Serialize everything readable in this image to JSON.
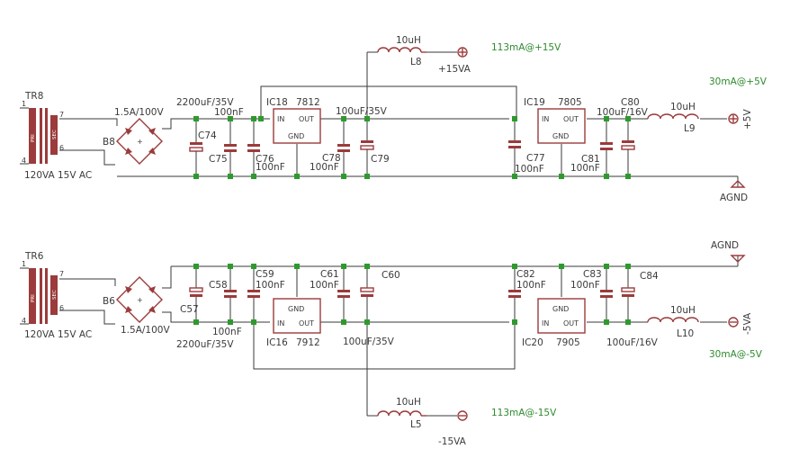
{
  "top": {
    "transformer": {
      "name": "TR8",
      "rating": "120VA",
      "output": "15V AC",
      "pri": "PRI",
      "sec": "SEC",
      "pin1": "1",
      "pin4": "4",
      "pin7": "7",
      "pin6": "6"
    },
    "bridge": {
      "name": "B8",
      "rating": "1.5A/100V"
    },
    "c74": {
      "name": "C74",
      "value": "2200uF/35V"
    },
    "c75": {
      "name": "C75",
      "value": "100nF"
    },
    "c76": {
      "name": "C76",
      "value": "100nF"
    },
    "ic18": {
      "name": "IC18",
      "part": "7812",
      "in": "IN",
      "out": "OUT",
      "gnd": "GND"
    },
    "c78": {
      "name": "C78",
      "value": "100nF"
    },
    "c79": {
      "name": "C79",
      "value": "100uF/35V"
    },
    "l8": {
      "name": "L8",
      "value": "10uH"
    },
    "rail15": {
      "label": "+15VA",
      "load": "113mA@+15V"
    },
    "ic19": {
      "name": "IC19",
      "part": "7805",
      "in": "IN",
      "out": "OUT",
      "gnd": "GND"
    },
    "c77": {
      "name": "C77",
      "value": "100nF"
    },
    "c81": {
      "name": "C81",
      "value": "100nF"
    },
    "c80": {
      "name": "C80",
      "value": "100uF/16V"
    },
    "l9": {
      "name": "L9",
      "value": "10uH"
    },
    "rail5": {
      "label": "+5V",
      "load": "30mA@+5V"
    },
    "agnd": "AGND"
  },
  "bottom": {
    "transformer": {
      "name": "TR6",
      "rating": "120VA",
      "output": "15V AC",
      "pri": "PRI",
      "sec": "SEC",
      "pin1": "1",
      "pin4": "4",
      "pin7": "7",
      "pin6": "6"
    },
    "bridge": {
      "name": "B6",
      "rating": "1.5A/100V"
    },
    "c57": {
      "name": "C57",
      "value": "2200uF/35V"
    },
    "c58": {
      "name": "C58",
      "value": "100nF"
    },
    "c59": {
      "name": "C59",
      "value": "100nF"
    },
    "ic16": {
      "name": "IC16",
      "part": "7912",
      "in": "IN",
      "out": "OUT",
      "gnd": "GND"
    },
    "c61": {
      "name": "C61",
      "value": "100nF"
    },
    "c60": {
      "name": "C60",
      "value": "100uF/35V"
    },
    "l5": {
      "name": "L5",
      "value": "10uH"
    },
    "rail15": {
      "label": "-15VA",
      "load": "113mA@-15V"
    },
    "ic20": {
      "name": "IC20",
      "part": "7905",
      "in": "IN",
      "out": "OUT",
      "gnd": "GND"
    },
    "c82": {
      "name": "C82",
      "value": "100nF"
    },
    "c83": {
      "name": "C83",
      "value": "100nF"
    },
    "c84": {
      "name": "C84",
      "value": "100uF/16V"
    },
    "l10": {
      "name": "L10",
      "value": "10uH"
    },
    "rail5": {
      "label": "-5VA",
      "load": "30mA@-5V"
    },
    "agnd": "AGND"
  },
  "colors": {
    "wire": "#3a3a3a",
    "part": "#9b3b3b",
    "junction": "#2e9a2e",
    "label": "#2e8b2e"
  }
}
